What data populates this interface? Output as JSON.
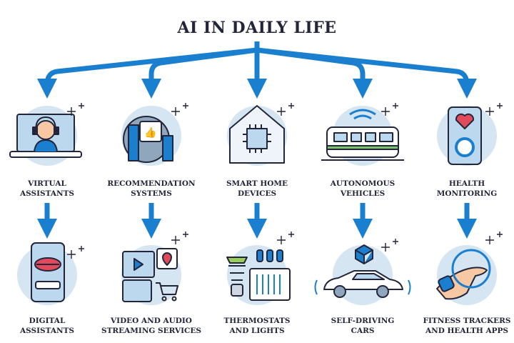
{
  "title": "AI IN DAILY LIFE",
  "colors": {
    "arrow": "#1b7fcf",
    "circle": "#d5e5f2",
    "text": "#23263a"
  },
  "categories": [
    {
      "line1": "VIRTUAL",
      "line2": "ASSISTANTS",
      "icon": "laptop-headset-assistant-icon",
      "example": {
        "line1": "DIGITAL",
        "line2": "ASSISTANTS",
        "icon": "phone-lips-icon"
      }
    },
    {
      "line1": "RECOMMENDATION",
      "line2": "SYSTEMS",
      "icon": "gear-thumbs-up-chart-icon",
      "example": {
        "line1": "VIDEO AND AUDIO",
        "line2": "STREAMING SERVICES",
        "icon": "media-cart-icon"
      }
    },
    {
      "line1": "SMART HOME",
      "line2": "DEVICES",
      "icon": "house-chip-icon",
      "example": {
        "line1": "THERMOSTATS",
        "line2": "AND LIGHTS",
        "icon": "bulb-thermostat-icon"
      }
    },
    {
      "line1": "AUTONOMOUS",
      "line2": "VEHICLES",
      "icon": "train-wifi-icon",
      "example": {
        "line1": "SELF-DRIVING",
        "line2": "CARS",
        "icon": "self-driving-car-icon"
      }
    },
    {
      "line1": "HEALTH",
      "line2": "MONITORING",
      "icon": "phone-heart-icon",
      "example": {
        "line1": "FITNESS TRACKERS",
        "line2": "AND HEALTH APPS",
        "icon": "wrist-tracker-icon"
      }
    }
  ]
}
